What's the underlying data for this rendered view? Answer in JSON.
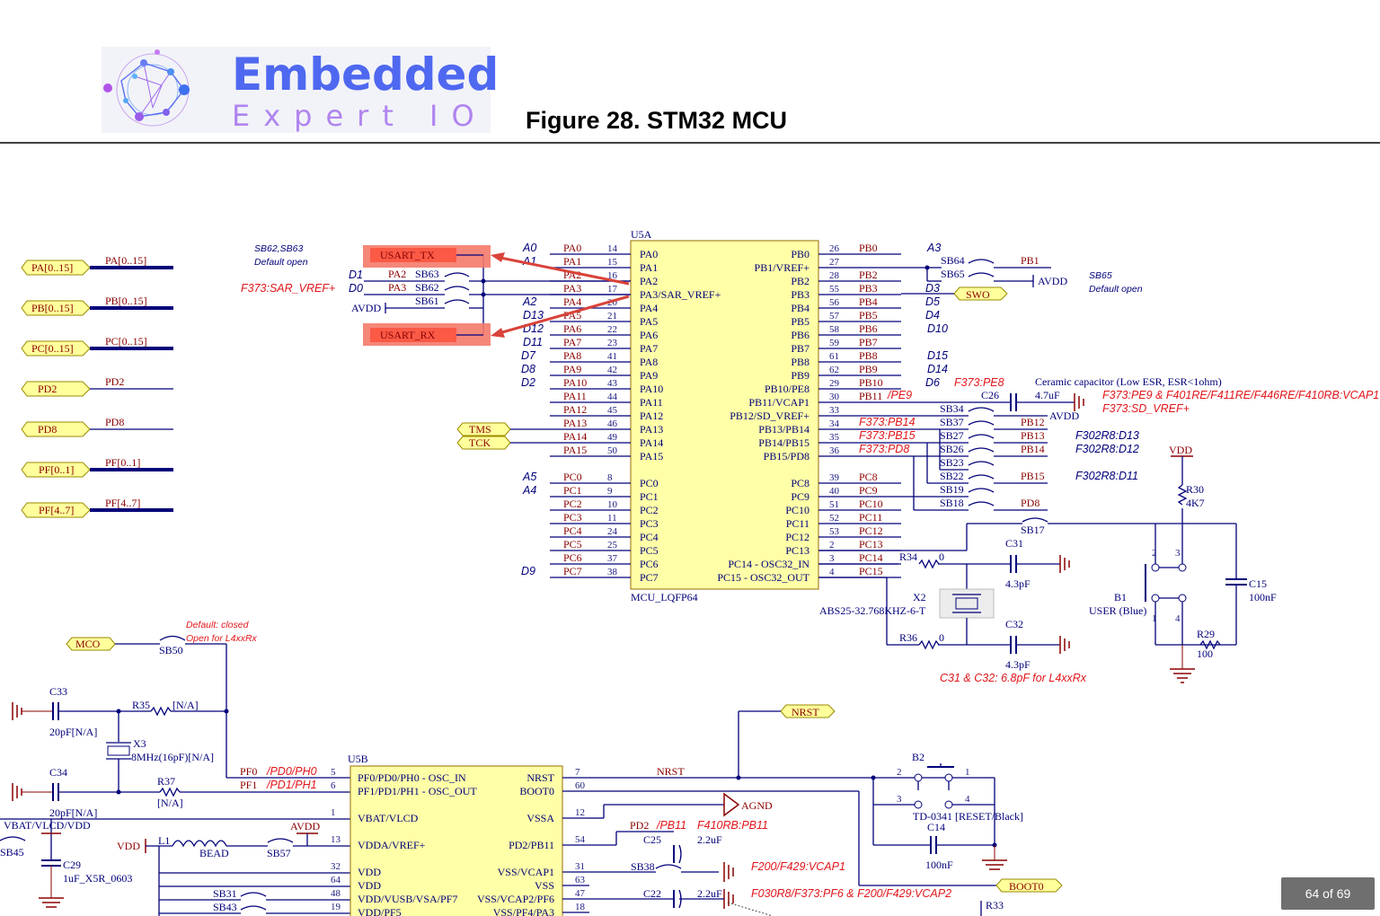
{
  "header": {
    "logo_title": "Embedded",
    "logo_subtitle": "Expert IO",
    "figure_title": "Figure 28. STM32 MCU"
  },
  "viewer": {
    "page_indicator": "64 of 69"
  },
  "u5a": {
    "ref": "U5A",
    "part": "MCU_LQFP64",
    "left_pins": [
      {
        "num": "14",
        "name": "PA0",
        "net": "PA0"
      },
      {
        "num": "15",
        "name": "PA1",
        "net": "PA1"
      },
      {
        "num": "16",
        "name": "PA2",
        "net": "PA2"
      },
      {
        "num": "17",
        "name": "PA3/SAR_VREF+",
        "net": "PA3"
      },
      {
        "num": "20",
        "name": "PA4",
        "net": "PA4"
      },
      {
        "num": "21",
        "name": "PA5",
        "net": "PA5"
      },
      {
        "num": "22",
        "name": "PA6",
        "net": "PA6"
      },
      {
        "num": "23",
        "name": "PA7",
        "net": "PA7"
      },
      {
        "num": "41",
        "name": "PA8",
        "net": "PA8"
      },
      {
        "num": "42",
        "name": "PA9",
        "net": "PA9"
      },
      {
        "num": "43",
        "name": "PA10",
        "net": "PA10"
      },
      {
        "num": "44",
        "name": "PA11",
        "net": "PA11"
      },
      {
        "num": "45",
        "name": "PA12",
        "net": "PA12"
      },
      {
        "num": "46",
        "name": "PA13",
        "net": "PA13"
      },
      {
        "num": "49",
        "name": "PA14",
        "net": "PA14"
      },
      {
        "num": "50",
        "name": "PA15",
        "net": "PA15"
      },
      {
        "num": "8",
        "name": "PC0",
        "net": "PC0"
      },
      {
        "num": "9",
        "name": "PC1",
        "net": "PC1"
      },
      {
        "num": "10",
        "name": "PC2",
        "net": "PC2"
      },
      {
        "num": "11",
        "name": "PC3",
        "net": "PC3"
      },
      {
        "num": "24",
        "name": "PC4",
        "net": "PC4"
      },
      {
        "num": "25",
        "name": "PC5",
        "net": "PC5"
      },
      {
        "num": "37",
        "name": "PC6",
        "net": "PC6"
      },
      {
        "num": "38",
        "name": "PC7",
        "net": "PC7"
      }
    ],
    "right_pins": [
      {
        "num": "26",
        "name": "PB0",
        "net": "PB0"
      },
      {
        "num": "27",
        "name": "PB1/VREF+",
        "net": ""
      },
      {
        "num": "28",
        "name": "PB2",
        "net": "PB2"
      },
      {
        "num": "55",
        "name": "PB3",
        "net": "PB3"
      },
      {
        "num": "56",
        "name": "PB4",
        "net": "PB4"
      },
      {
        "num": "57",
        "name": "PB5",
        "net": "PB5"
      },
      {
        "num": "58",
        "name": "PB6",
        "net": "PB6"
      },
      {
        "num": "59",
        "name": "PB7",
        "net": "PB7"
      },
      {
        "num": "61",
        "name": "PB8",
        "net": "PB8"
      },
      {
        "num": "62",
        "name": "PB9",
        "net": "PB9"
      },
      {
        "num": "29",
        "name": "PB10/PE8",
        "net": "PB10"
      },
      {
        "num": "30",
        "name": "PB11/VCAP1",
        "net": "PB11"
      },
      {
        "num": "33",
        "name": "PB12/SD_VREF+",
        "net": ""
      },
      {
        "num": "34",
        "name": "PB13/PB14",
        "net": ""
      },
      {
        "num": "35",
        "name": "PB14/PB15",
        "net": ""
      },
      {
        "num": "36",
        "name": "PB15/PD8",
        "net": ""
      },
      {
        "num": "39",
        "name": "PC8",
        "net": "PC8"
      },
      {
        "num": "40",
        "name": "PC9",
        "net": "PC9"
      },
      {
        "num": "51",
        "name": "PC10",
        "net": "PC10"
      },
      {
        "num": "52",
        "name": "PC11",
        "net": "PC11"
      },
      {
        "num": "53",
        "name": "PC12",
        "net": "PC12"
      },
      {
        "num": "2",
        "name": "PC13",
        "net": "PC13"
      },
      {
        "num": "3",
        "name": "PC14 - OSC32_IN",
        "net": "PC14"
      },
      {
        "num": "4",
        "name": "PC15 - OSC32_OUT",
        "net": "PC15"
      }
    ]
  },
  "left_ports": [
    {
      "port": "PA[0..15]",
      "bus": "PA[0..15]"
    },
    {
      "port": "PB[0..15]",
      "bus": "PB[0..15]"
    },
    {
      "port": "PC[0..15]",
      "bus": "PC[0..15]"
    },
    {
      "port": "PD2",
      "bus": "PD2"
    },
    {
      "port": "PD8",
      "bus": "PD8"
    },
    {
      "port": "PF[0..1]",
      "bus": "PF[0..1]"
    },
    {
      "port": "PF[4..7]",
      "bus": "PF[4..7]"
    }
  ],
  "callouts": {
    "usart_tx": "USART_TX",
    "usart_rx": "USART_RX"
  },
  "arduino_left": [
    {
      "text": "A0"
    },
    {
      "text": "A1"
    },
    {
      "text": "D1"
    },
    {
      "text": "D0"
    },
    {
      "text": "A2"
    },
    {
      "text": "D13"
    },
    {
      "text": "D12"
    },
    {
      "text": "D11"
    },
    {
      "text": "D7"
    },
    {
      "text": "D8"
    },
    {
      "text": "D2"
    },
    {
      "text": "A5"
    },
    {
      "text": "A4"
    },
    {
      "text": "D9"
    }
  ],
  "arduino_right": [
    {
      "text": "A3"
    },
    {
      "text": "D3"
    },
    {
      "text": "D5"
    },
    {
      "text": "D4"
    },
    {
      "text": "D10"
    },
    {
      "text": "D15"
    },
    {
      "text": "D14"
    },
    {
      "text": "D6"
    }
  ],
  "solder_bridges_top": {
    "note_line1": "SB62,SB63",
    "note_line2": "Default open",
    "sb63": "SB63",
    "sb62": "SB62",
    "sb61": "SB61",
    "pa2": "PA2",
    "pa3": "PA3",
    "avdd": "AVDD",
    "f373_sar": "F373:SAR_VREF+"
  },
  "right_misc": {
    "sb64": "SB64",
    "sb65": "SB65",
    "pb1": "PB1",
    "avdd": "AVDD",
    "swo": "SWO",
    "sb65_note1": "SB65",
    "sb65_note2": "Default open",
    "f373_pe8": "F373:PE8",
    "ceramic": "Ceramic capacitor (Low ESR, ESR<1ohm)",
    "c26": "C26",
    "c26_val": "4.7uF",
    "pe9": "F373:PE9 & F401RE/F411RE/F446RE/F410RB:VCAP1",
    "sd_vref": "F373:SD_VREF+",
    "pb11_e9": "/PE9",
    "sb34": "SB34",
    "sb37": "SB37",
    "sb27": "SB27",
    "sb26": "SB26",
    "sb23": "SB23",
    "sb22": "SB22",
    "sb19": "SB19",
    "sb18": "SB18",
    "sb17": "SB17",
    "pb12": "PB12",
    "pb13": "PB13",
    "pb14": "PB14",
    "pb15": "PB15",
    "pd8": "PD8",
    "avdd2": "AVDD",
    "f373_pb14": "F373:PB14",
    "f373_pb15": "F373:PB15",
    "f373_pd8": "F373:PD8",
    "f302_d13": "F302R8:D13",
    "f302_d12": "F302R8:D12",
    "f302_d11": "F302R8:D11",
    "vdd": "VDD",
    "r30": "R30",
    "r30_val": "4K7",
    "r34": "R34",
    "r34_val": "0",
    "c31": "C31",
    "c31_val": "4.3pF",
    "x2": "X2",
    "x2_part": "ABS25-32.768KHZ-6-T",
    "r36": "R36",
    "r36_val": "0",
    "c32": "C32",
    "c32_val": "4.3pF",
    "c31_c32_note": "C31 & C32: 6.8pF for L4xxRx",
    "b1": "B1",
    "b1_desc": "USER (Blue)",
    "r29": "R29",
    "r29_val": "100",
    "c15": "C15",
    "c15_val": "100nF"
  },
  "osc_section": {
    "mco": "MCO",
    "sb50": "SB50",
    "sb50_note1": "Default: closed",
    "sb50_note2": "Open for L4xxRx",
    "c33": "C33",
    "c33_val": "20pF[N/A]",
    "r35": "R35",
    "r35_val": "[N/A]",
    "x3": "X3",
    "x3_val": "8MHz(16pF)[N/A]",
    "c34": "C34",
    "c34_val": "20pF[N/A]",
    "r37": "R37",
    "r37_val": "[N/A]",
    "pf0": "PF0",
    "pf0_alt": "/PD0/PH0",
    "pf1": "PF1",
    "pf1_alt": "/PD1/PH1",
    "vbat": "VBAT/VLCD/VDD",
    "avdd": "AVDD",
    "vdd": "VDD",
    "l1": "L1",
    "bead": "BEAD",
    "sb57": "SB57",
    "sb45": "SB45",
    "c29": "C29",
    "c29_val": "1uF_X5R_0603",
    "sb31": "SB31",
    "sb43": "SB43"
  },
  "u5b": {
    "ref": "U5B",
    "left": [
      {
        "num": "5",
        "name": "PF0/PD0/PH0 - OSC_IN"
      },
      {
        "num": "6",
        "name": "PF1/PD1/PH1 - OSC_OUT"
      },
      {
        "num": "1",
        "name": "VBAT/VLCD"
      },
      {
        "num": "13",
        "name": "VDDA/VREF+"
      },
      {
        "num": "32",
        "name": "VDD"
      },
      {
        "num": "64",
        "name": "VDD"
      },
      {
        "num": "48",
        "name": "VDD/VUSB/VSA/PF7"
      },
      {
        "num": "19",
        "name": "VDD/PF5"
      }
    ],
    "right": [
      {
        "num": "7",
        "name": "NRST"
      },
      {
        "num": "60",
        "name": "BOOT0"
      },
      {
        "num": "12",
        "name": "VSSA"
      },
      {
        "num": "54",
        "name": "PD2/PB11"
      },
      {
        "num": "31",
        "name": "VSS/VCAP1"
      },
      {
        "num": "63",
        "name": "VSS"
      },
      {
        "num": "47",
        "name": "VSS/VCAP2/PF6"
      },
      {
        "num": "18",
        "name": "VSS/PF4/PA3"
      }
    ]
  },
  "reset_section": {
    "nrst_port": "NRST",
    "nrst_net": "NRST",
    "agnd": "AGND",
    "pd2": "PD2",
    "pd2_alt": "/PB11",
    "f410": "F410RB:PB11",
    "c25": "C25",
    "c25_val": "2.2uF",
    "sb38": "SB38",
    "c22": "C22",
    "c22_val": "2.2uF",
    "f200": "F200/F429:VCAP1",
    "f030": "F030R8/F373:PF6 & F200/F429:VCAP2",
    "b2": "B2",
    "b2_desc": "TD-0341 [RESET/Black]",
    "c14": "C14",
    "c14_val": "100nF",
    "boot0": "BOOT0",
    "r33": "R33",
    "pin2": "2",
    "pin1": "1",
    "pin3": "3",
    "pin4": "4"
  }
}
